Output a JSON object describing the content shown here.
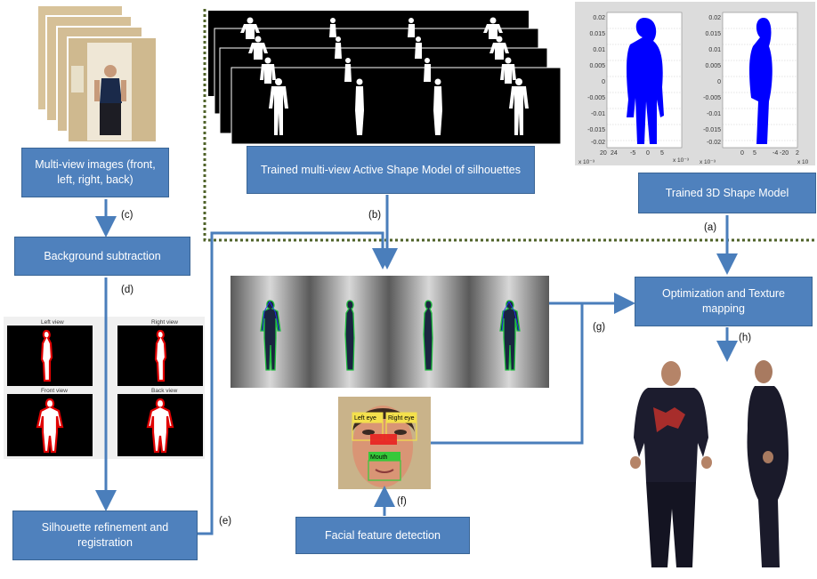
{
  "boxes": {
    "multiview": "Multi-view images (front, left, right, back)",
    "background": "Background subtraction",
    "asm": "Trained multi-view Active Shape Model of silhouettes",
    "shape3d": "Trained 3D Shape Model",
    "optimization": "Optimization and Texture mapping",
    "refinement": "Silhouette refinement and registration",
    "facial": "Facial feature detection"
  },
  "labels": {
    "a": "(a)",
    "b": "(b)",
    "c": "(c)",
    "d": "(d)",
    "e": "(e)",
    "f": "(f)",
    "g": "(g)",
    "h": "(h)"
  },
  "silhouette_views": {
    "left": "Left view",
    "right": "Right view",
    "front": "Front view",
    "back": "Back view"
  },
  "face": {
    "left_eye": "Left eye",
    "right_eye": "Right eye",
    "mouth": "Mouth"
  },
  "plot_ticks": {
    "y": [
      "0.02",
      "0.015",
      "0.01",
      "0.005",
      "0",
      "-0.005",
      "-0.01",
      "-0.015",
      "-0.02"
    ],
    "x_left": [
      "20",
      "24",
      "-5",
      "0",
      "5"
    ],
    "x_right": [
      "0",
      "5",
      "-4",
      "-20",
      "2"
    ],
    "exp_left_a": "x 10⁻³",
    "exp_left_b": "x 10⁻³",
    "exp_right_a": "x 10⁻³",
    "exp_right_b": "x 10"
  },
  "colors": {
    "box_fill": "#4f81bd",
    "arrow": "#4a7ebb",
    "dotted": "#4f6228",
    "body_blue": "#0000ff"
  }
}
